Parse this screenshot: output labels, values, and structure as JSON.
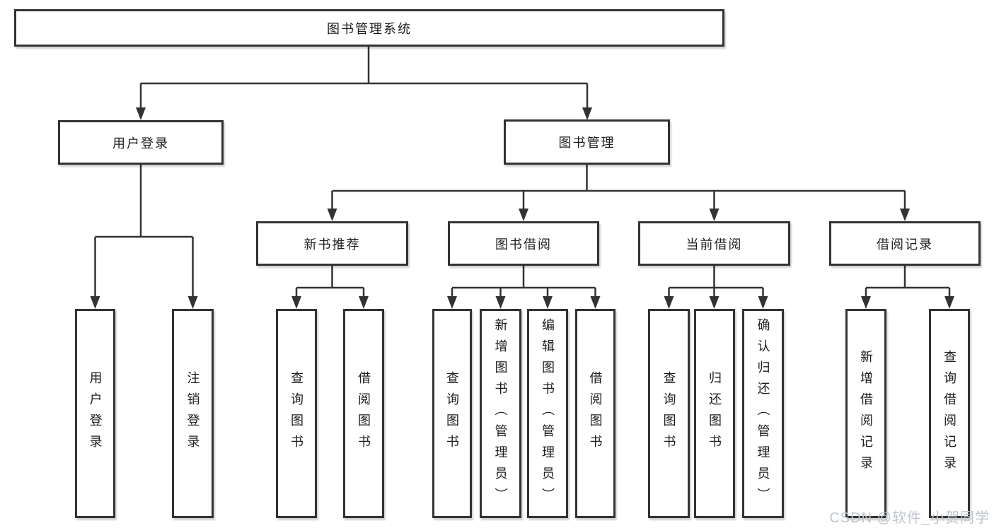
{
  "diagram": {
    "root": {
      "label": "图书管理系统"
    },
    "level2": {
      "login": {
        "label": "用户登录"
      },
      "book_mgmt": {
        "label": "图书管理"
      }
    },
    "level3": {
      "new_book": {
        "label": "新书推荐"
      },
      "book_borrow": {
        "label": "图书借阅"
      },
      "current_borrow": {
        "label": "当前借阅"
      },
      "borrow_record": {
        "label": "借阅记录"
      }
    },
    "leaves": {
      "user_login": {
        "label": "用户登录"
      },
      "logout": {
        "label": "注销登录"
      },
      "query_book_new": {
        "label": "查询图书"
      },
      "borrow_book_new": {
        "label": "借阅图书"
      },
      "query_book_borrow": {
        "label": "查询图书"
      },
      "add_book": {
        "label": "新增图书（管理员）"
      },
      "edit_book": {
        "label": "编辑图书（管理员）"
      },
      "borrow_book_borrow": {
        "label": "借阅图书"
      },
      "query_book_current": {
        "label": "查询图书"
      },
      "return_book": {
        "label": "归还图书"
      },
      "confirm_return": {
        "label": "确认归还（管理员）"
      },
      "add_borrow_record": {
        "label": "新增借阅记录"
      },
      "query_borrow_record": {
        "label": "查询借阅记录"
      }
    }
  },
  "watermark": {
    "text": "CSDN @软件_小贺同学"
  },
  "colors": {
    "line": "#333333",
    "box_border": "#333333",
    "text": "#1d1d1f",
    "background": "#ffffff",
    "watermark": "#bfc5cc"
  }
}
